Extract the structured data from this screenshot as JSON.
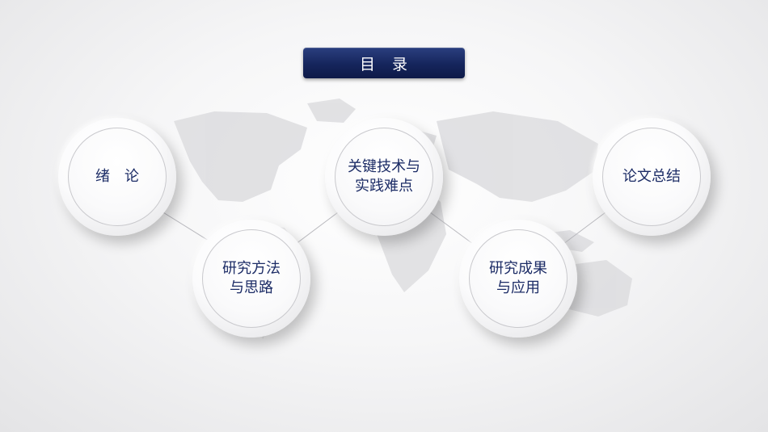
{
  "slide": {
    "title": "目　录",
    "colors": {
      "title_bg": "#15255c",
      "label_text": "#1c2c66",
      "connector": "#bdbdc2",
      "map": "#d7d7da"
    },
    "nodes": [
      {
        "lines": [
          "绪　论"
        ]
      },
      {
        "lines": [
          "研究方法",
          "与思路"
        ]
      },
      {
        "lines": [
          "关键技术与",
          "实践难点"
        ]
      },
      {
        "lines": [
          "研究成果",
          "与应用"
        ]
      },
      {
        "lines": [
          "论文总结"
        ]
      }
    ]
  }
}
